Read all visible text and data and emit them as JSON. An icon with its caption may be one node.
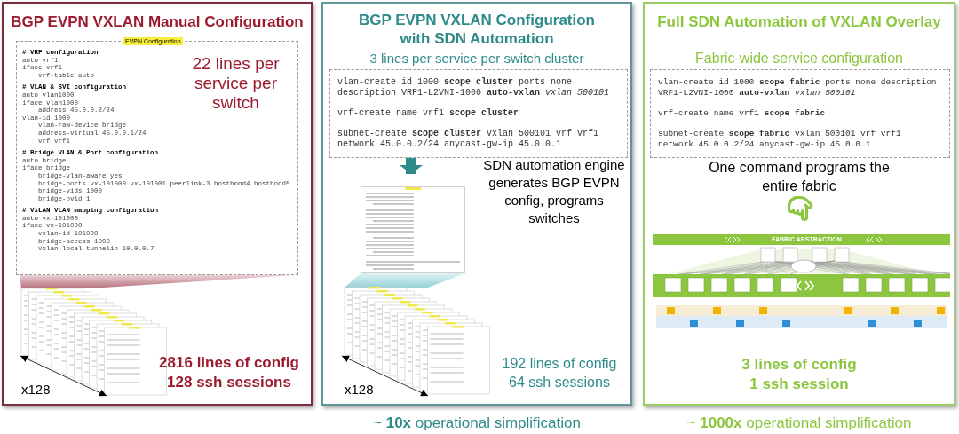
{
  "diagram": {
    "nodes": [
      {
        "text": [
          "BGP EVPN VXLAN Manual Configuration"
        ]
      },
      {
        "text": [
          "EVPN Configuration",
          "# VRF configuration",
          "auto vrf1",
          "iface vrf1",
          "    vrf-table auto",
          "# VLAN & SVI configuration",
          "auto vlan1000",
          "iface vlan1000",
          "    address 45.0.0.2/24",
          "vlan-id 1000",
          "    vlan-raw-device bridge",
          "    address-virtual 45.0.0.1/24",
          "    vrf vrf1",
          "# Bridge VLAN & Port configuration",
          "auto bridge",
          "iface bridge",
          "    bridge-vlan-aware yes",
          "    bridge-ports vx-101000 vx-101001 peerlink-3 hostbond4 hostbond5",
          "    bridge-vids 1000",
          "    bridge-pvid 1",
          "# VxLAN VLAN mapping configuration",
          "auto vx-101000",
          "iface vx-101000",
          "    vxlan-id 101000",
          "    bridge-access 1000",
          "    vxlan-local-tunnelip 10.0.0.7",
          "22 lines per service per switch"
        ],
        "in": 0
      },
      {
        "text": [],
        "shape": "picture",
        "in": 0
      },
      {
        "text": [
          "BGP EVPN VXLAN Configuration with SDN Automation",
          "3 lines per service per switch cluster"
        ],
        "beside": [
          "~ **10x** operational simplification"
        ]
      },
      {
        "text": [
          "vlan-create id 1000 **scope cluster** ports none description VRF1-L2VNI-1000 **auto-vxlan** *vxlan 500101*",
          "vrf-create name vrf1 **scope cluster**",
          "subnet-create **scope cluster** vxlan 500101 vrf vrf1 network 45.0.0.2/24 anycast-gw-ip 45.0.0.1"
        ],
        "in": 3
      },
      {
        "text": [],
        "shape": "picture",
        "in": 3
      },
      {
        "text": [],
        "shape": "picture",
        "in": 3
      },
      {
        "text": [
          "Full SDN Automation of VXLAN Overlay",
          "Fabric-wide service configuration"
        ],
        "beside": [
          "~ **1000x** operational simplification"
        ]
      },
      {
        "text": [
          "vlan-create id 1000 **scope fabric** ports none description VRF1-L2VNI-1000 **auto-vxlan** *vxlan 500101*",
          "vrf-create name vrf1 **scope fabric**",
          "subnet-create **scope fabric** vxlan 500101 vrf vrf1 network 45.0.0.2/24 anycast-gw-ip 45.0.0.1"
        ],
        "in": 7
      },
      {
        "text": [
          "FABRIC ABSTRACTION"
        ],
        "in": 7
      }
    ],
    "edges": [
      {
        "from": 4,
        "to": 5,
        "arrow": "to"
      }
    ],
    "labels": [
      "x128",
      "2816 lines of config",
      "128 ssh sessions",
      "SDN automation engine generates BGP EVPN config, programs switches",
      "192 lines of config",
      "64 ssh sessions",
      "x128",
      "One command programs the entire fabric",
      "3 lines of config",
      "1 ssh session"
    ]
  }
}
